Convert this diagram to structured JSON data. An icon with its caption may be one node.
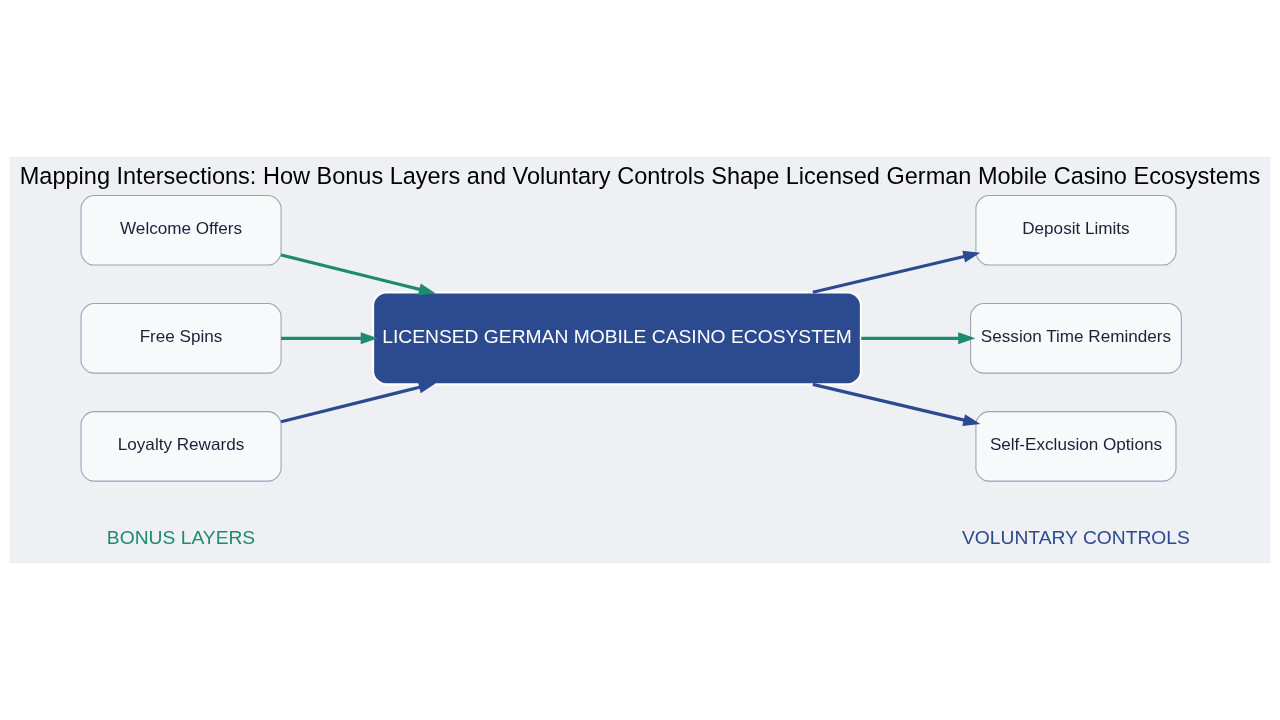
{
  "diagram": {
    "title": "Mapping Intersections: How Bonus Layers and Voluntary Controls Shape Licensed German Mobile Casino Ecosystems",
    "nodes": [
      {
        "text": [
          "Welcome Offers"
        ]
      },
      {
        "text": [
          "Free Spins"
        ]
      },
      {
        "text": [
          "Loyalty Rewards"
        ]
      },
      {
        "text": [
          "LICENSED GERMAN MOBILE CASINO ECOSYSTEM"
        ]
      },
      {
        "text": [
          "Deposit Limits"
        ]
      },
      {
        "text": [
          "Session Time Reminders"
        ]
      },
      {
        "text": [
          "Self-Exclusion Options"
        ]
      }
    ],
    "edges": [
      {
        "from": 0,
        "to": 3,
        "arrow": "to",
        "color": "#1f8a70"
      },
      {
        "from": 1,
        "to": 3,
        "arrow": "to",
        "color": "#1f8a70"
      },
      {
        "from": 2,
        "to": 3,
        "arrow": "to",
        "color": "#2c4a8f"
      },
      {
        "from": 3,
        "to": 4,
        "arrow": "to",
        "color": "#2c4a8f"
      },
      {
        "from": 3,
        "to": 5,
        "arrow": "to",
        "color": "#1f8a70"
      },
      {
        "from": 3,
        "to": 6,
        "arrow": "to",
        "color": "#2c4a8f"
      }
    ],
    "labels": [
      "BONUS LAYERS",
      "VOLUNTARY CONTROLS"
    ]
  }
}
